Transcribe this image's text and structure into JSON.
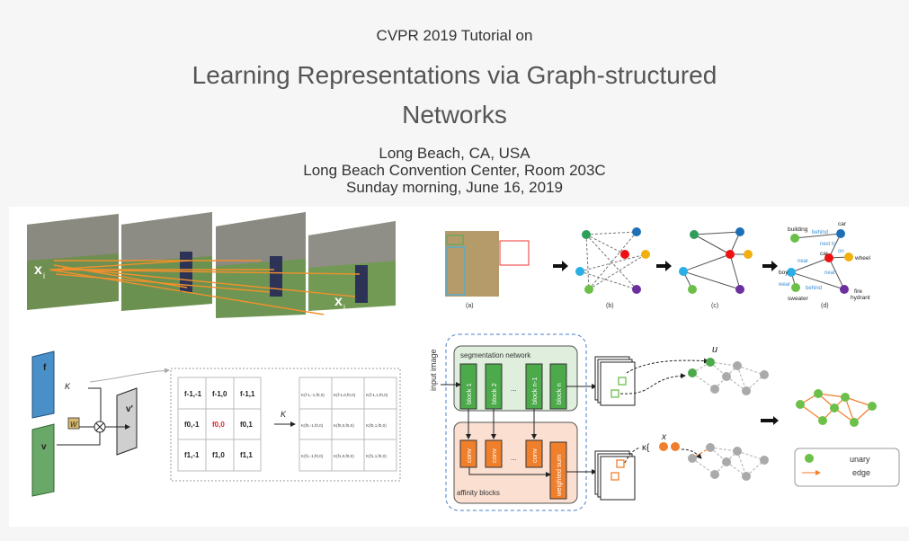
{
  "header": {
    "subtitle": "CVPR 2019 Tutorial on",
    "title_line1": "Learning Representations via Graph-structured",
    "title_line2": "Networks",
    "location": "Long Beach, CA, USA",
    "venue": "Long Beach Convention Center, Room 203C",
    "time": "Sunday morning, June 16, 2019"
  },
  "figure": {
    "video": {
      "xi": "x",
      "xi_sub": "i",
      "xj": "x",
      "xj_sub": "j"
    },
    "scene_graph": {
      "panels": [
        "(a)",
        "(b)",
        "(c)",
        "(d)"
      ],
      "nodes": [
        "building",
        "car",
        "car",
        "wheel",
        "boy",
        "sweater",
        "fire",
        "hydrant"
      ],
      "relations": [
        "behind",
        "next to",
        "on",
        "near",
        "near",
        "wear",
        "behind"
      ]
    },
    "nonlocal": {
      "f": "f",
      "v": "v",
      "vprime": "v'",
      "K": "K",
      "W": "W",
      "grid": [
        "f-1,-1",
        "f-1,0",
        "f-1,1",
        "f0,-1",
        "f0,0",
        "f0,1",
        "f1,-1",
        "f1,0",
        "f1,1"
      ],
      "kgrid": [
        "K(f-1,-1,f0,0)",
        "K(f-1,0,f0,0)",
        "K(f-1,1,f0,0)",
        "K(f0,-1,f0,0)",
        "K(f0,0,f0,0)",
        "K(f0,1,f0,0)",
        "K(f1,-1,f0,0)",
        "K(f1,0,f0,0)",
        "K(f1,1,f0,0)"
      ]
    },
    "segmentation": {
      "input_label": "input image",
      "seg_label": "segmentation network",
      "blocks": [
        "block 1",
        "block 2",
        "...",
        "block n-1",
        "block n"
      ],
      "aff_label": "affinity blocks",
      "convs": [
        "conv",
        "conv",
        "...",
        "conv"
      ],
      "weighted": "weighted sum",
      "u": "u",
      "x": "x",
      "kappa": "κ{",
      "legend_unary": "unary",
      "legend_edge": "edge"
    }
  },
  "colors": {
    "accent_orange": "#f07f2c",
    "green": "#5fbf4a",
    "blue": "#4a90c8"
  }
}
